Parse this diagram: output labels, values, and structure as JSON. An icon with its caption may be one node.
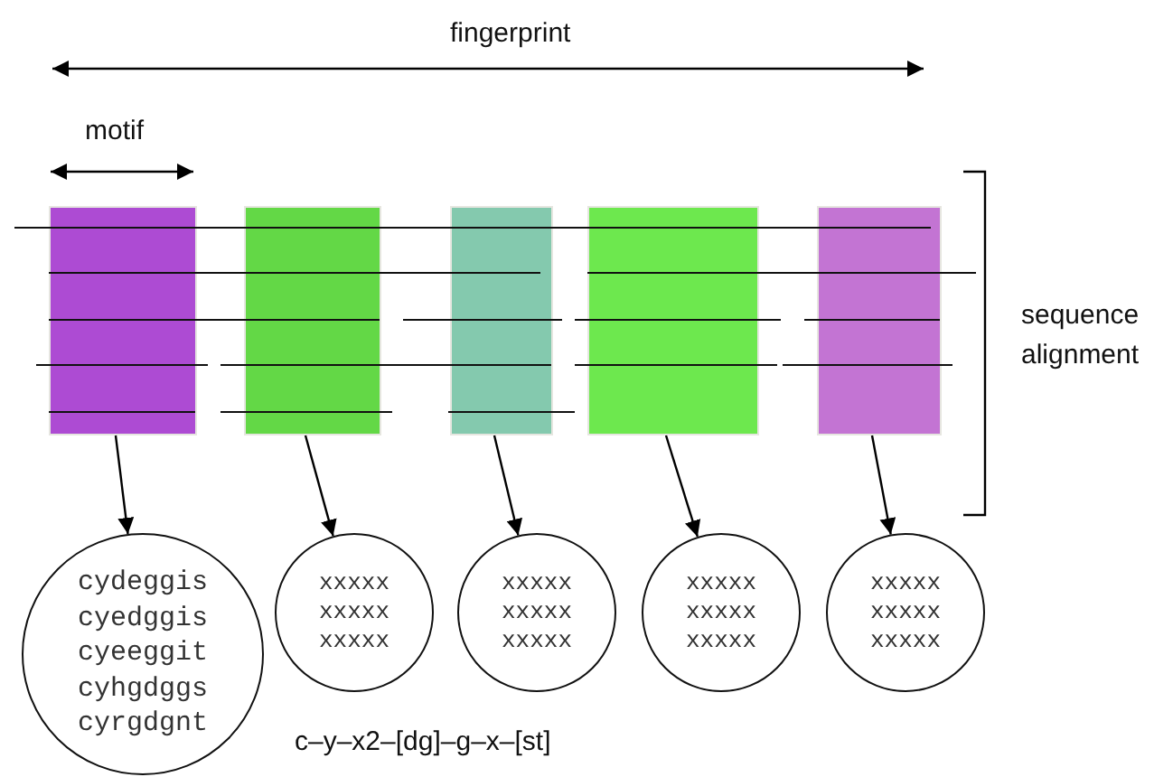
{
  "diagram": {
    "nodes": [
      {
        "text": [],
        "shape": "bar"
      },
      {
        "text": [],
        "shape": "bar"
      },
      {
        "text": [],
        "shape": "bar"
      },
      {
        "text": [],
        "shape": "bar"
      },
      {
        "text": [],
        "shape": "bar"
      },
      {
        "text": [
          "cydeggis",
          "cyedggis",
          "cyeeggit",
          "cyhgdggs",
          "cyrgdgnt"
        ]
      },
      {
        "text": [
          "xxxxx",
          "xxxxx",
          "xxxxx"
        ]
      },
      {
        "text": [
          "xxxxx",
          "xxxxx",
          "xxxxx"
        ]
      },
      {
        "text": [
          "xxxxx",
          "xxxxx",
          "xxxxx"
        ]
      },
      {
        "text": [
          "xxxxx",
          "xxxxx",
          "xxxxx"
        ]
      }
    ],
    "edges": [
      {
        "from": 0,
        "to": 5,
        "arrow": "to"
      },
      {
        "from": 1,
        "to": 6,
        "arrow": "to"
      },
      {
        "from": 2,
        "to": 7,
        "arrow": "to"
      },
      {
        "from": 3,
        "to": 8,
        "arrow": "to"
      },
      {
        "from": 4,
        "to": 9,
        "arrow": "to"
      }
    ],
    "labels": [
      "fingerprint",
      "motif",
      "sequence alignment",
      "c–y–x2–[dg]–g–x–[st]"
    ]
  }
}
